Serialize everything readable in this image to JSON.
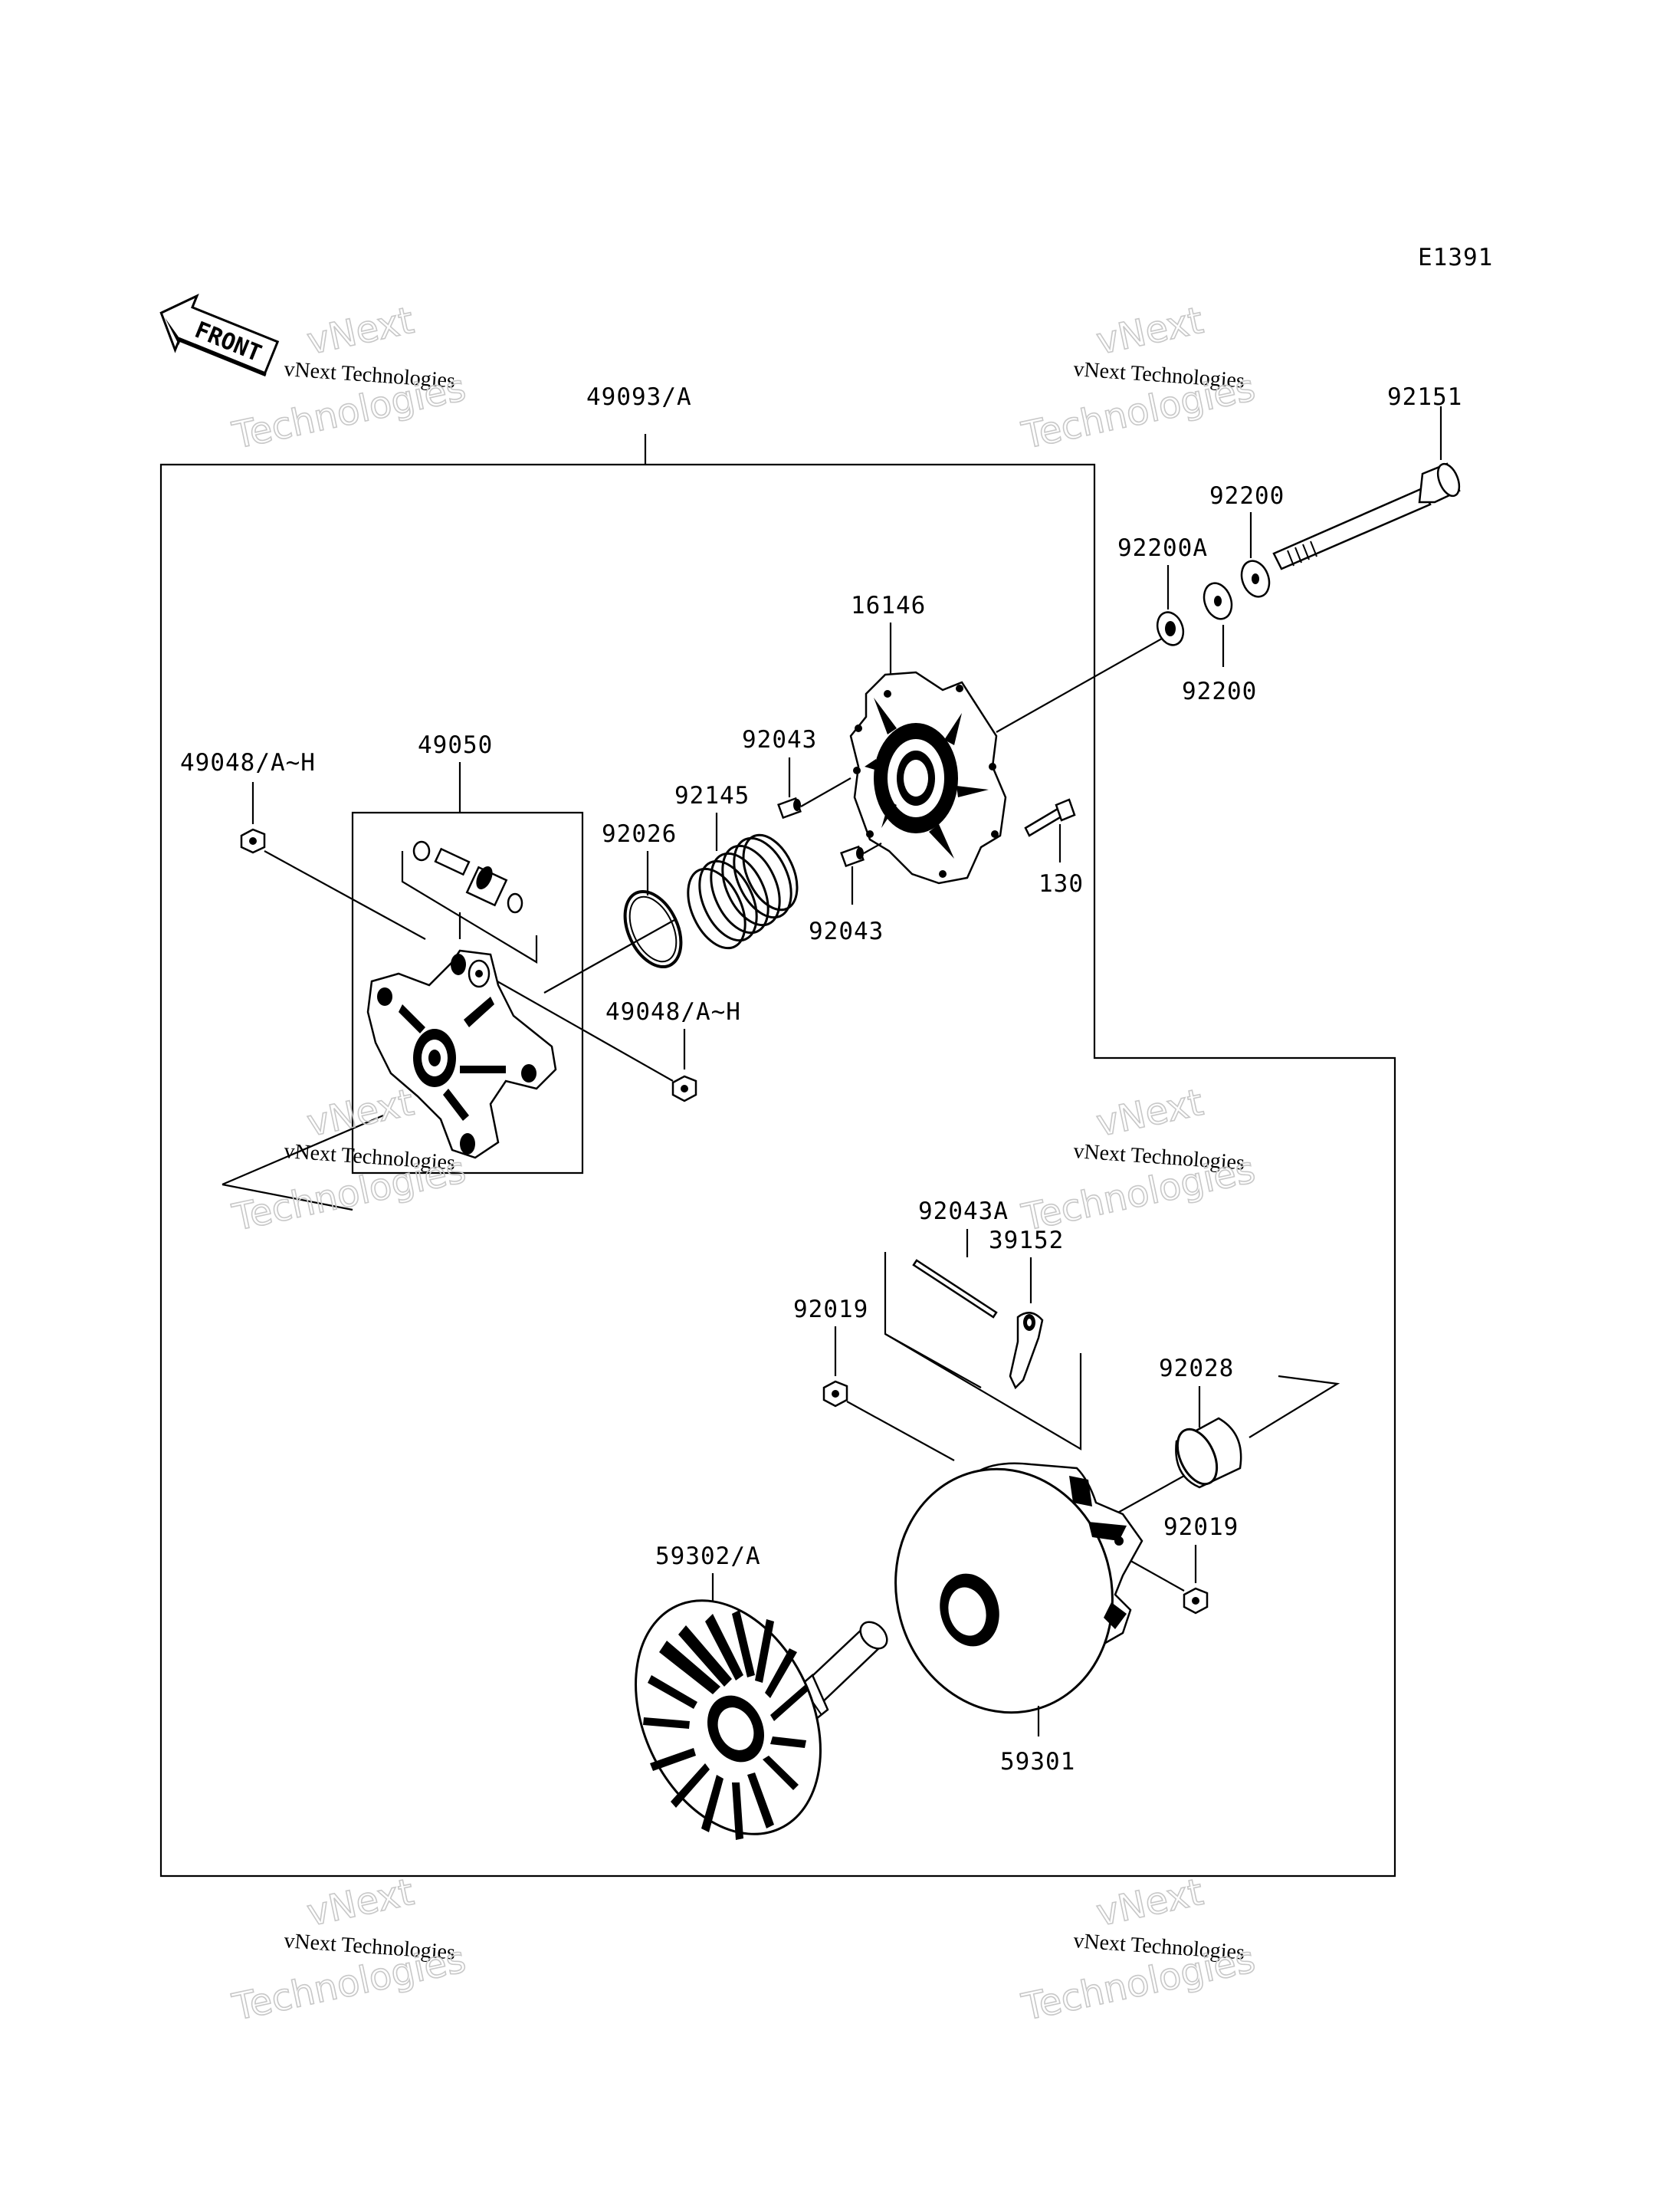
{
  "diagram_code": "E1391",
  "front_label": "FRONT",
  "group_label": "49093/A",
  "part_labels": {
    "p92151": "92151",
    "p92200_top": "92200",
    "p92200A": "92200A",
    "p92200_bottom": "92200",
    "p16146": "16146",
    "p92043_top": "92043",
    "p92043_bottom": "92043",
    "p92145": "92145",
    "p92026": "92026",
    "p130": "130",
    "p49050": "49050",
    "p49048_top": "49048/A~H",
    "p49048_mid": "49048/A~H",
    "p92043A": "92043A",
    "p39152": "39152",
    "p92019_left": "92019",
    "p92028": "92028",
    "p92019_right": "92019",
    "p59302A": "59302/A",
    "p59301": "59301"
  },
  "watermarks": [
    {
      "line1": "vNext Technologies",
      "line2": "vNext",
      "line3": "Technologies"
    },
    {
      "line1": "vNext Technologies",
      "line2": "vNext",
      "line3": "Technologies"
    },
    {
      "line1": "vNext Technologies",
      "line2": "vNext",
      "line3": "Technologies"
    },
    {
      "line1": "vNext Technologies",
      "line2": "vNext",
      "line3": "Technologies"
    },
    {
      "line1": "vNext Technologies",
      "line2": "vNext",
      "line3": "Technologies"
    },
    {
      "line1": "vNext Technologies",
      "line2": "vNext",
      "line3": "Technologies"
    }
  ]
}
